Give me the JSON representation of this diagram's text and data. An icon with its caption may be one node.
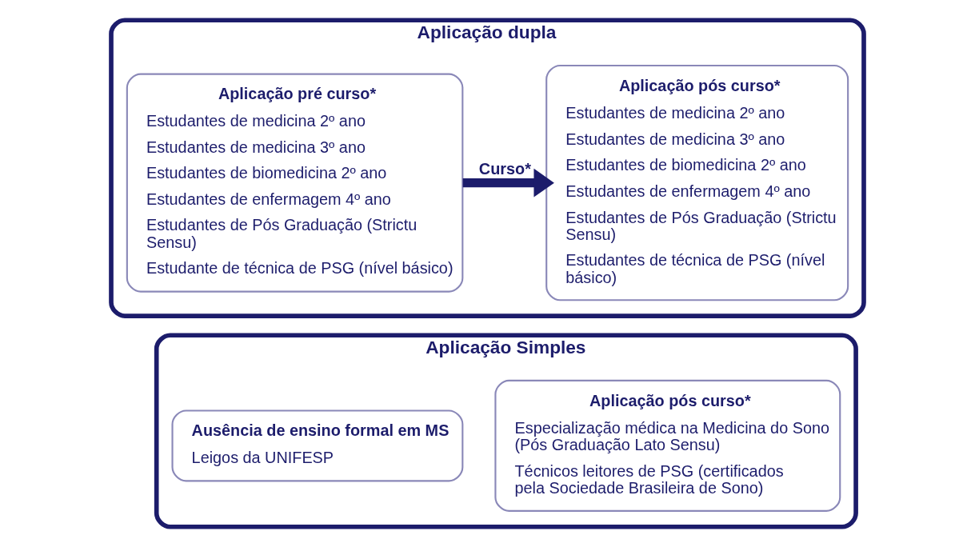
{
  "diagram": {
    "nodes": [
      {
        "text": [
          "Aplicação dupla"
        ]
      },
      {
        "text": [
          "Aplicação pré curso*",
          "Estudantes de medicina 2º ano",
          "Estudantes de medicina 3º ano",
          "Estudantes de biomedicina 2º ano",
          "Estudantes de enfermagem 4º ano",
          "Estudantes de Pós Graduação (Strictu Sensu)",
          "Estudante de técnica de PSG (nível básico)"
        ],
        "in": 0
      },
      {
        "text": [
          "Aplicação pós curso*",
          "Estudantes de medicina 2º ano",
          "Estudantes de medicina 3º ano",
          "Estudantes de biomedicina 2º ano",
          "Estudantes de enfermagem 4º ano",
          "Estudantes de Pós Graduação (Strictu Sensu)",
          "Estudantes de técnica de PSG (nível básico)"
        ],
        "in": 0
      },
      {
        "text": [
          "Aplicação Simples"
        ]
      },
      {
        "text": [
          "Ausência de ensino formal em MS",
          "Leigos da UNIFESP"
        ],
        "in": 3
      },
      {
        "text": [
          "Aplicação pós curso*",
          "Especialização médica na Medicina do Sono (Pós Graduação Lato Sensu)",
          "Técnicos leitores de PSG (certificados pela Sociedade Brasileira de Sono)"
        ],
        "in": 3
      }
    ],
    "edges": [
      {
        "from": 1,
        "to": 2,
        "arrow": "to",
        "label": "Curso*"
      }
    ]
  }
}
